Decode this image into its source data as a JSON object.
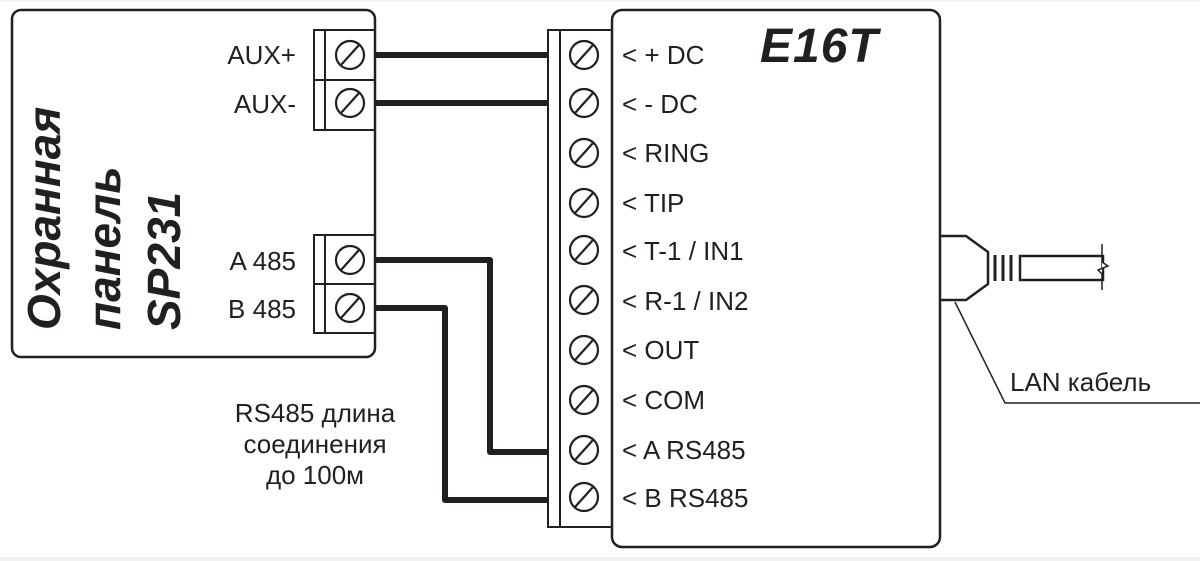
{
  "colors": {
    "line": "#231f20",
    "background": "#ffffff"
  },
  "panel": {
    "title_lines": [
      "Охранная",
      "панель",
      "SP231"
    ],
    "terminals": [
      {
        "label": "AUX+"
      },
      {
        "label": "AUX-"
      },
      {
        "label": "A 485"
      },
      {
        "label": "B 485"
      }
    ]
  },
  "device": {
    "title": "E16T",
    "terminals": [
      {
        "label": "< + DC"
      },
      {
        "label": "< - DC"
      },
      {
        "label": "< RING"
      },
      {
        "label": "< TIP"
      },
      {
        "label": "< T-1 / IN1"
      },
      {
        "label": "< R-1 / IN2"
      },
      {
        "label": "< OUT"
      },
      {
        "label": "< COM"
      },
      {
        "label": "< A RS485"
      },
      {
        "label": "< B RS485"
      }
    ]
  },
  "connections": [
    {
      "from": "AUX+",
      "to": "< + DC"
    },
    {
      "from": "AUX-",
      "to": "< - DC"
    },
    {
      "from": "A 485",
      "to": "< A RS485"
    },
    {
      "from": "B 485",
      "to": "< B RS485"
    }
  ],
  "note": {
    "lines": [
      "RS485 длина",
      "соединения",
      "до 100м"
    ]
  },
  "lan": {
    "label": "LAN кабель",
    "connector_icon": "rj45-plug-icon"
  }
}
